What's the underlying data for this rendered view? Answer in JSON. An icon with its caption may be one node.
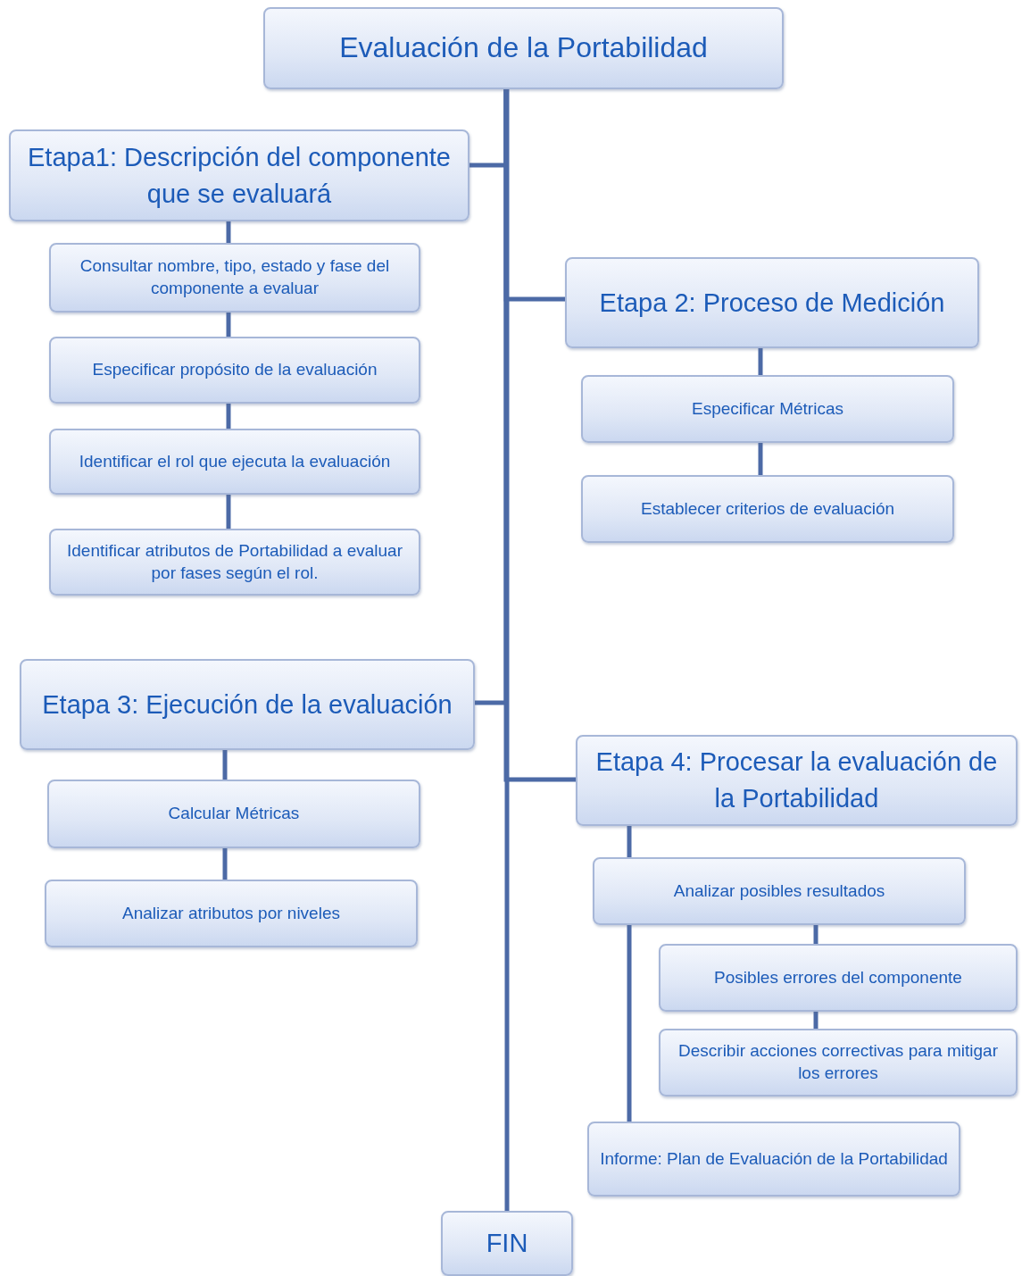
{
  "diagram": {
    "nodes": [
      {
        "text": [
          "Evaluación de la Portabilidad"
        ]
      },
      {
        "text": [
          "Etapa1: Descripción del componente que se evaluará"
        ]
      },
      {
        "text": [
          "Consultar nombre, tipo, estado y fase del componente a evaluar"
        ]
      },
      {
        "text": [
          "Especificar propósito de la evaluación"
        ]
      },
      {
        "text": [
          "Identificar el rol que ejecuta la evaluación"
        ]
      },
      {
        "text": [
          "Identificar atributos de Portabilidad a evaluar por fases según el rol."
        ]
      },
      {
        "text": [
          "Etapa 2: Proceso de Medición"
        ]
      },
      {
        "text": [
          "Especificar Métricas"
        ]
      },
      {
        "text": [
          "Establecer criterios de evaluación"
        ]
      },
      {
        "text": [
          "Etapa 3: Ejecución de la evaluación"
        ]
      },
      {
        "text": [
          "Calcular Métricas"
        ]
      },
      {
        "text": [
          "Analizar atributos por niveles"
        ]
      },
      {
        "text": [
          "Etapa 4: Procesar la evaluación de la Portabilidad"
        ]
      },
      {
        "text": [
          "Analizar posibles resultados"
        ]
      },
      {
        "text": [
          "Posibles errores del componente"
        ]
      },
      {
        "text": [
          "Describir acciones correctivas para mitigar los errores"
        ]
      },
      {
        "text": [
          "Informe: Plan de Evaluación de la Portabilidad"
        ]
      },
      {
        "text": [
          "FIN"
        ]
      }
    ],
    "edges": [
      {
        "from": 0,
        "to": 1,
        "arrow": "none"
      },
      {
        "from": 0,
        "to": 6,
        "arrow": "none"
      },
      {
        "from": 0,
        "to": 9,
        "arrow": "none"
      },
      {
        "from": 0,
        "to": 12,
        "arrow": "none"
      },
      {
        "from": 0,
        "to": 17,
        "arrow": "none"
      },
      {
        "from": 1,
        "to": 2,
        "arrow": "none"
      },
      {
        "from": 2,
        "to": 3,
        "arrow": "none"
      },
      {
        "from": 3,
        "to": 4,
        "arrow": "none"
      },
      {
        "from": 4,
        "to": 5,
        "arrow": "none"
      },
      {
        "from": 6,
        "to": 7,
        "arrow": "none"
      },
      {
        "from": 7,
        "to": 8,
        "arrow": "none"
      },
      {
        "from": 9,
        "to": 10,
        "arrow": "none"
      },
      {
        "from": 10,
        "to": 11,
        "arrow": "none"
      },
      {
        "from": 12,
        "to": 13,
        "arrow": "none"
      },
      {
        "from": 13,
        "to": 14,
        "arrow": "none"
      },
      {
        "from": 14,
        "to": 15,
        "arrow": "none"
      },
      {
        "from": 13,
        "to": 16,
        "arrow": "none"
      }
    ]
  }
}
